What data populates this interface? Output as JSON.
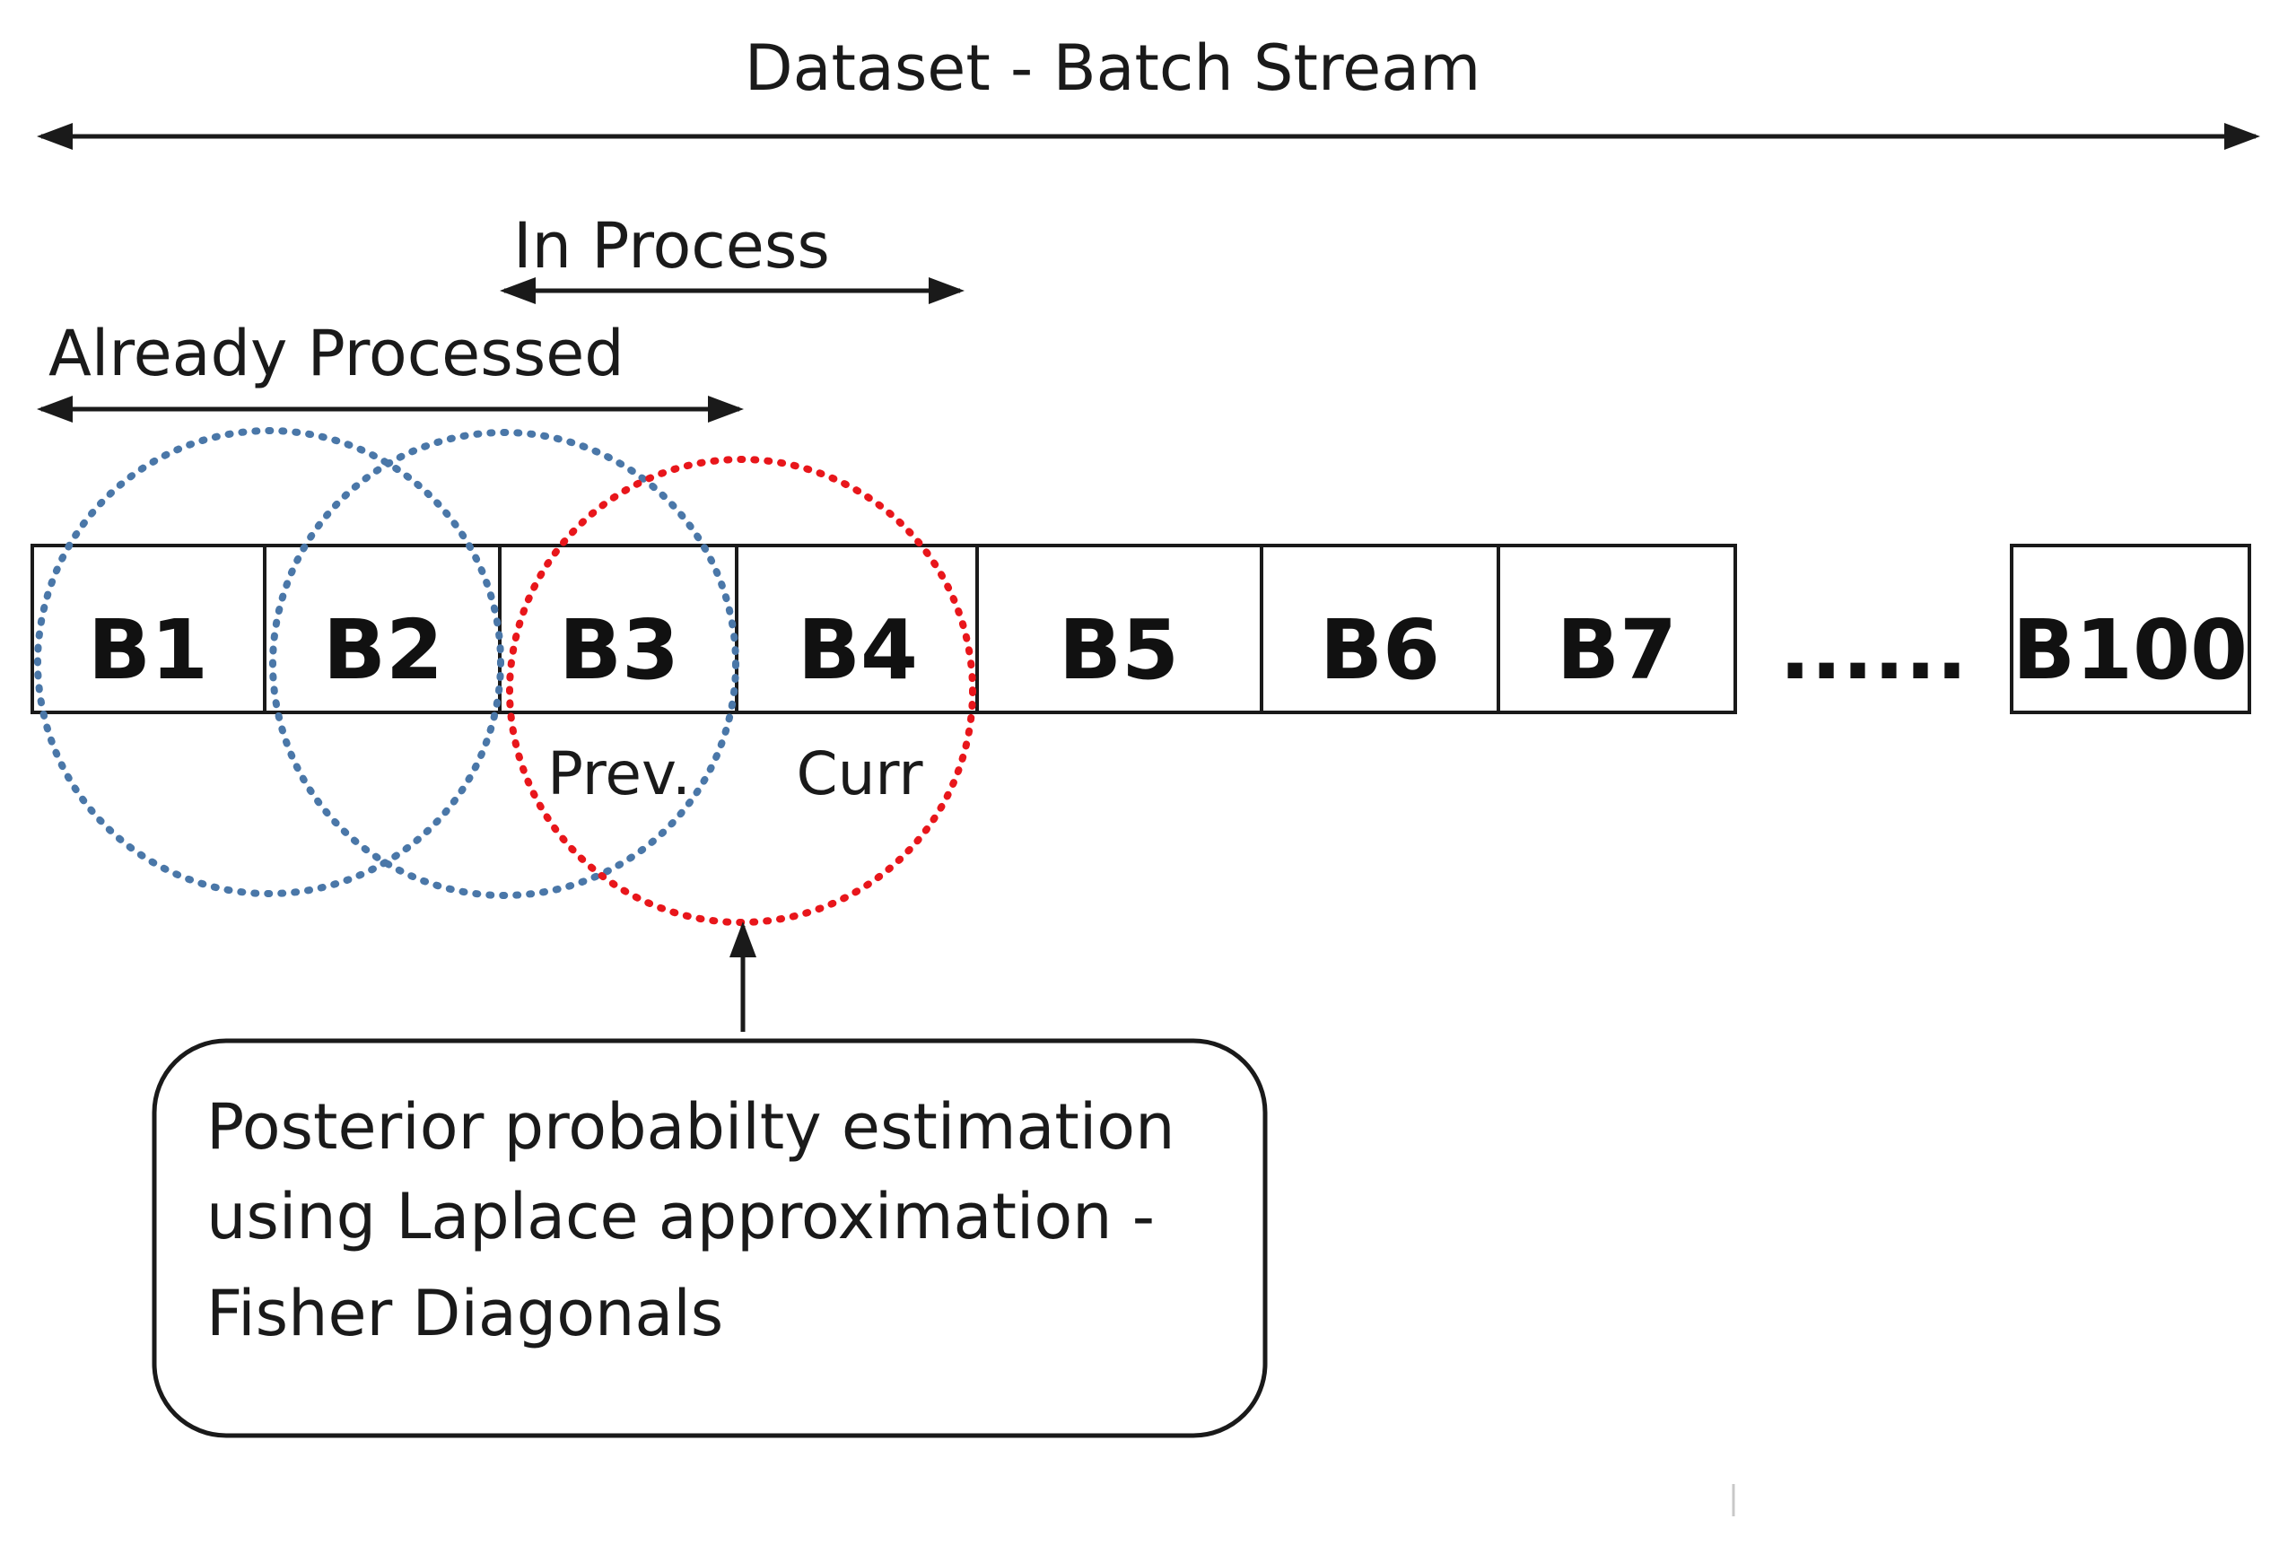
{
  "diagram": {
    "title": "Dataset - Batch Stream",
    "in_process_label": "In Process",
    "already_processed_label": "Already Processed",
    "batches": [
      "B1",
      "B2",
      "B3",
      "B4",
      "B5",
      "B6",
      "B7"
    ],
    "ellipsis": "......",
    "last_batch": "B100",
    "prev_label": "Prev.",
    "curr_label": "Curr",
    "note_lines": [
      "Posterior probabilty estimation",
      "using Laplace approximation -",
      "Fisher Diagonals"
    ],
    "colors": {
      "processed_ring": "#4a77a8",
      "current_ring": "#e8161b",
      "line": "#1a1a1a"
    }
  }
}
